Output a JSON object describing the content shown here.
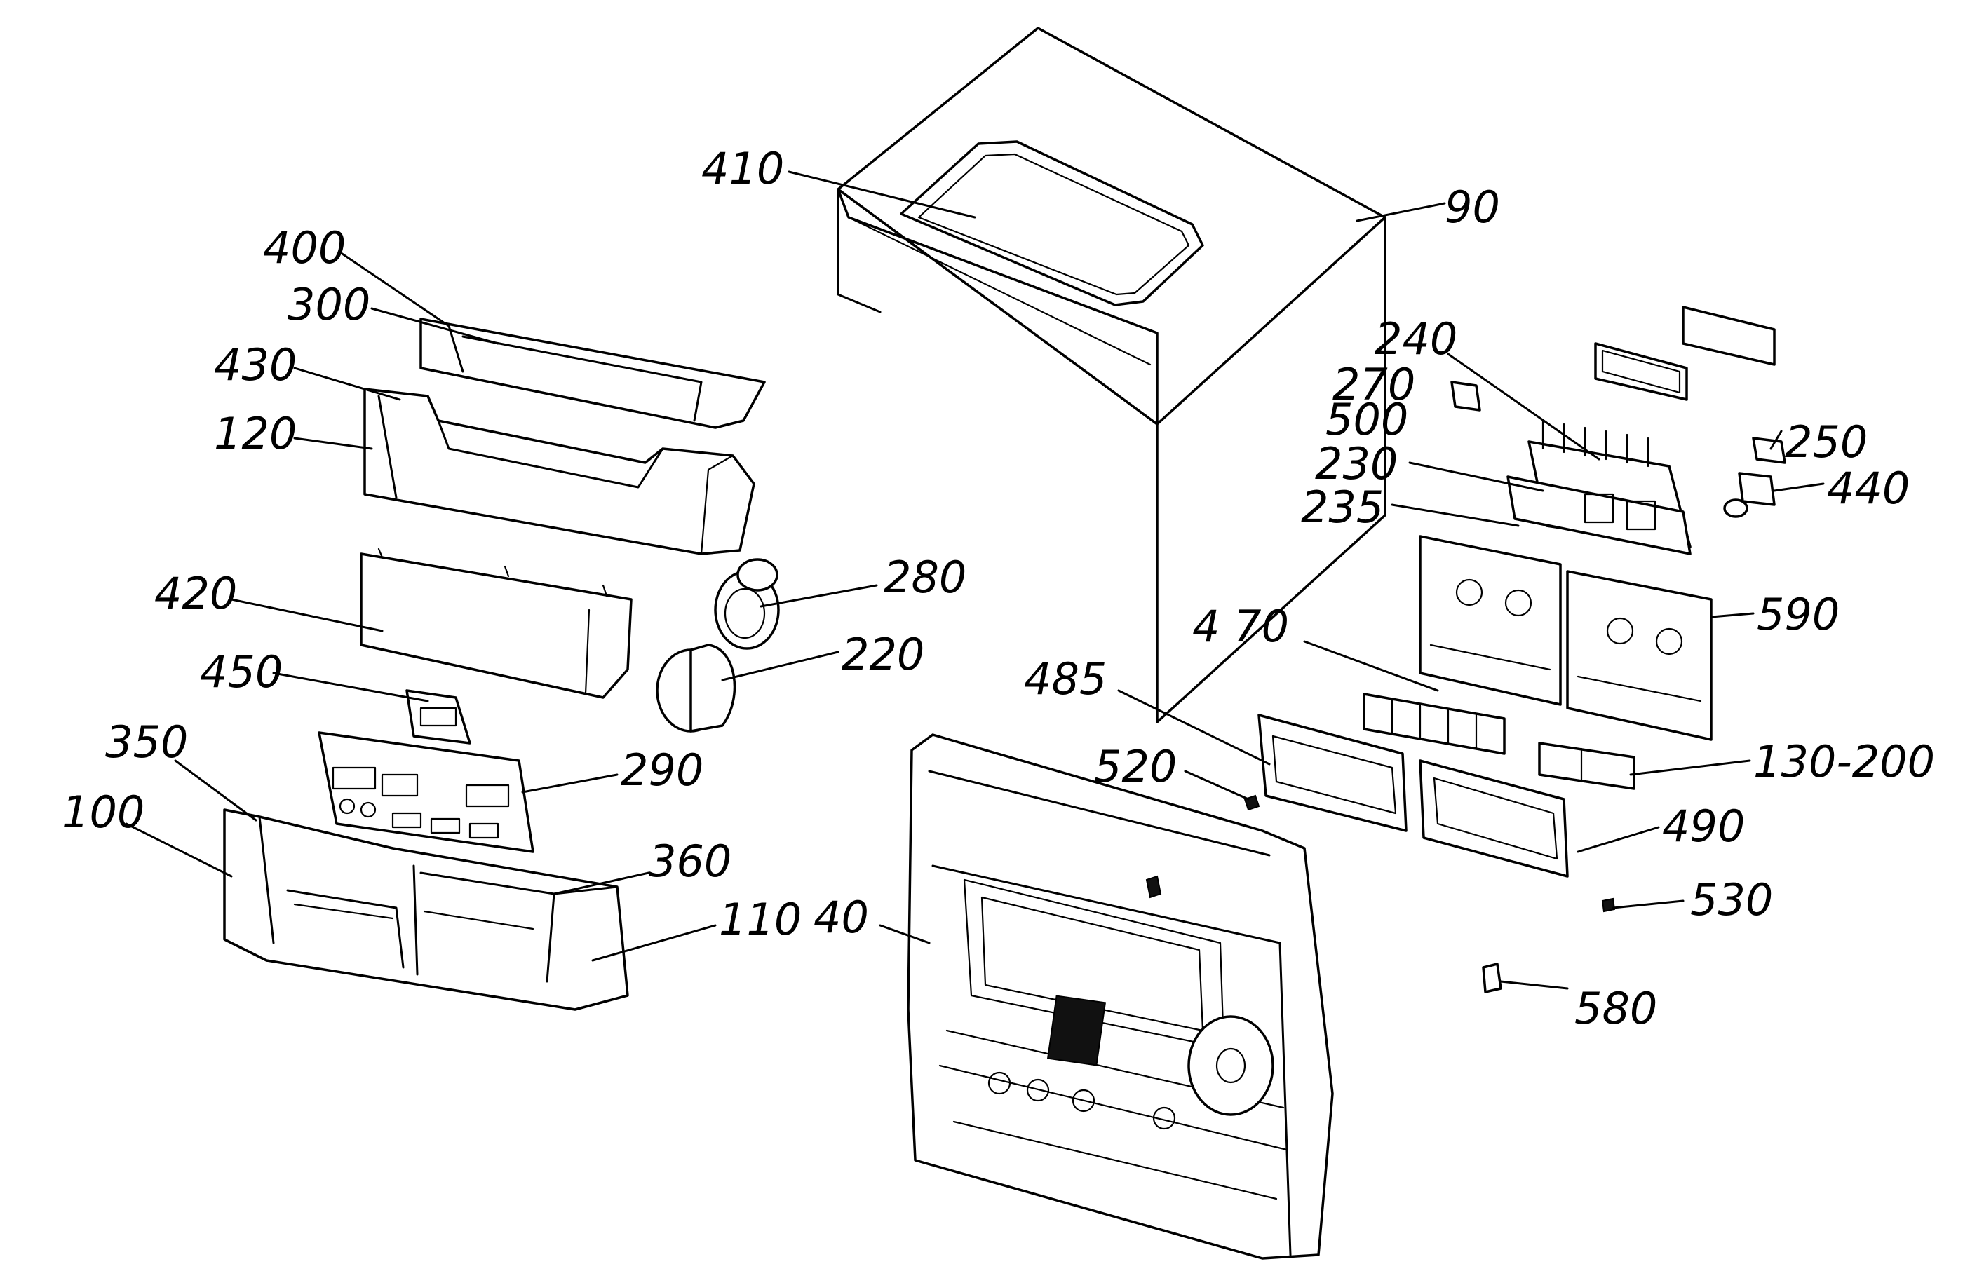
{
  "labels": {
    "l410": "410",
    "l90": "90",
    "l400": "400",
    "l300": "300",
    "l430": "430",
    "l120": "120",
    "l420": "420",
    "l450": "450",
    "l350": "350",
    "l100": "100",
    "l360": "360",
    "l110": "110",
    "l280": "280",
    "l220": "220",
    "l290": "290",
    "l40": "40",
    "l485": "485",
    "l520": "520",
    "l470": "4 70",
    "l240": "240",
    "l270": "270",
    "l500": "500",
    "l230": "230",
    "l235": "235",
    "l250": "250",
    "l440": "440",
    "l590": "590",
    "l130_200": "130-200",
    "l490": "490",
    "l530": "530",
    "l580": "580"
  }
}
